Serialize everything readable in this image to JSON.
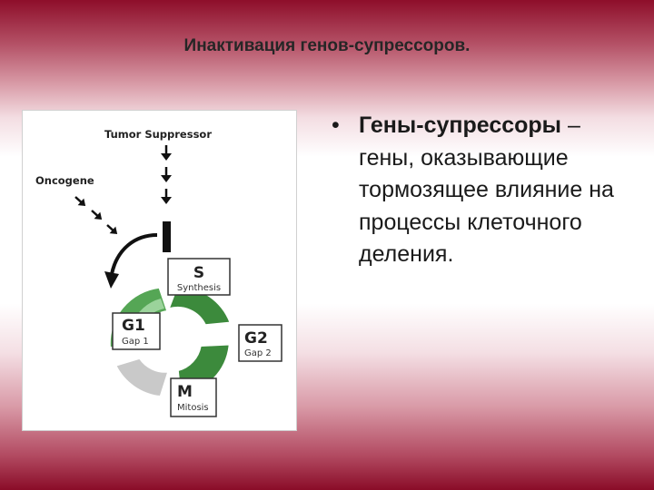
{
  "slide": {
    "title": "Инактивация генов-супрессоров."
  },
  "figure": {
    "tumor_suppressor_label": "Tumor Suppressor",
    "oncogene_label": "Oncogene",
    "phases": {
      "s": {
        "letter": "S",
        "name": "Synthesis"
      },
      "g1": {
        "letter": "G1",
        "name": "Gap 1"
      },
      "g2": {
        "letter": "G2",
        "name": "Gap 2"
      },
      "m": {
        "letter": "M",
        "name": "Mitosis"
      }
    },
    "colors": {
      "dark_green": "#3c8a3c",
      "mid_green": "#55a655",
      "light_green": "#9bd39b",
      "gray": "#c9c9c9",
      "arrow": "#111111"
    }
  },
  "bullet": {
    "marker": "•",
    "term": "Гены-супрессоры",
    "definition": " – гены, оказывающие тормозящее влияние на процессы клеточного деления."
  }
}
